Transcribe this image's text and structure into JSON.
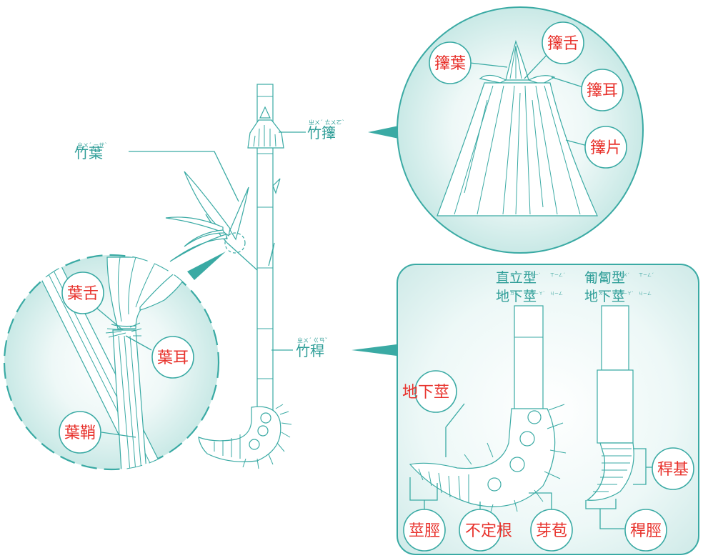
{
  "labels": {
    "main": {
      "leaf": "竹葉",
      "leaf_ruby": "ㄓㄨˊ ㄧㄝˋ",
      "sheath": "竹籜",
      "sheath_ruby": "ㄓㄨˊ ㄊㄨㄛˋ",
      "culm": "竹稈",
      "culm_ruby": "ㄓㄨˊ ㄍㄢˇ"
    },
    "sheath_detail": {
      "blade": "籜葉",
      "tongue": "籜舌",
      "ear": "籜耳",
      "plate": "籜片"
    },
    "leaf_detail": {
      "tongue": "葉舌",
      "ear": "葉耳",
      "sheath": "葉鞘"
    },
    "rhizome_detail": {
      "type_upright_l1": "直立型",
      "type_upright_l1_ruby": [
        "ㄓˊ",
        "ㄌㄧˋ",
        "ㄒㄧㄥˊ"
      ],
      "type_upright_l2": "地下莖",
      "type_upright_l2_ruby": [
        "ㄉㄧˋ",
        "ㄒㄧㄚˋ",
        "ㄐㄧㄥ"
      ],
      "type_creeping_l1": "匍匐型",
      "type_creeping_l1_ruby": [
        "ㄆㄨˊ",
        "ㄈㄨˊ",
        "ㄒㄧㄥˊ"
      ],
      "type_creeping_l2": "地下莖",
      "type_creeping_l2_ruby": [
        "ㄉㄧˋ",
        "ㄒㄧㄚˋ",
        "ㄐㄧㄥ"
      ],
      "rhizome": "地下莖",
      "stem_neck": "莖脛",
      "adventitious_root": "不定根",
      "bud": "芽苞",
      "culm_base": "稈基",
      "culm_neck": "稈脛"
    }
  },
  "colors": {
    "teal": "#3aaaa4",
    "teal_text": "#2f9e98",
    "red": "#e8322c",
    "panel_bg": "#e6f4f3"
  }
}
